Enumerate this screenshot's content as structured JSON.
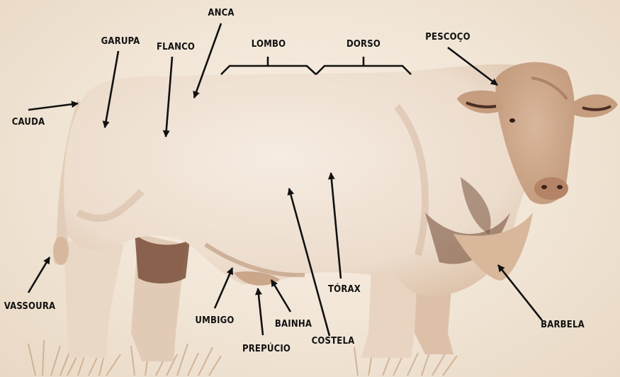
{
  "diagram": {
    "labels": {
      "anca": "ANCA",
      "garupa": "GARUPA",
      "flanco": "FLANCO",
      "lombo": "LOMBO",
      "dorso": "DORSO",
      "pescoco": "PESCOÇO",
      "cauda": "CAUDA",
      "vassoura": "VASSOURA",
      "umbigo": "UMBIGO",
      "prepucio": "PREPÚCIO",
      "bainha": "BAINHA",
      "costela": "COSTELA",
      "torax": "TÓRAX",
      "barbela": "BARBELA"
    }
  },
  "colors": {
    "background": "#f3e9dc",
    "body": "#f2e6d9",
    "shadow": "#b9876a",
    "dark_patch": "#6e4532",
    "arrow": "#111111"
  }
}
